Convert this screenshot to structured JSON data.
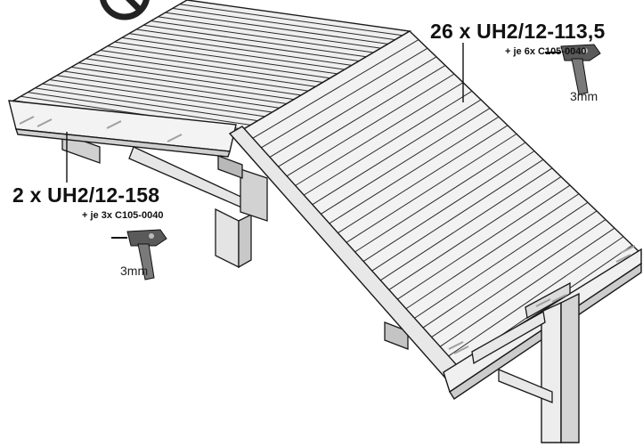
{
  "labels": {
    "top_right": {
      "title": "26 x UH2/12-113,5",
      "sub": "+ je 6x C105-0040",
      "drill": "3mm"
    },
    "left": {
      "title": "2 x UH2/12-158",
      "sub": "+ je 3x C105-0040",
      "drill": "3mm"
    }
  },
  "icons": [
    "no-symbol-icon",
    "drill-icon",
    "drill-icon"
  ],
  "colors": {
    "line": "#1a1a1a",
    "wood": "#eeeeee",
    "shadow": "#cfcfcf",
    "dark": "#9a9a9a",
    "screw": "#a8a8a8"
  }
}
